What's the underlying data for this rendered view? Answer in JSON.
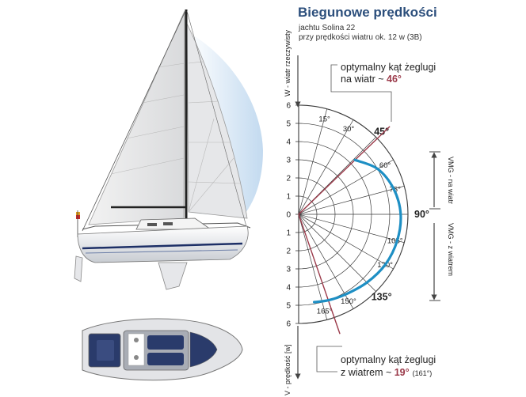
{
  "header": {
    "title": "Biegunowe prędkości",
    "subtitle1": "jachtu Solina 22",
    "subtitle2": "przy prędkości wiatru ok. 12 w (3B)"
  },
  "annotations": {
    "upwind_line1": "optymalny kąt żeglugi",
    "upwind_line2": "na wiatr ~ ",
    "upwind_angle": "46°",
    "downwind_line1": "optymalny kąt żeglugi",
    "downwind_line2": "z wiatrem ~ ",
    "downwind_angle": "19°",
    "downwind_extra": "(161°)"
  },
  "axes": {
    "true_wind": "W - wiatr rzeczywisty",
    "speed": "V - prędkość [w]",
    "vmg_up": "VMG - na wiatr",
    "vmg_down": "VMG - z wiatrem"
  },
  "polar": {
    "speed_ticks": [
      "6",
      "5",
      "4",
      "3",
      "2",
      "1",
      "0",
      "1",
      "2",
      "3",
      "4",
      "5",
      "6"
    ],
    "angle_labels": [
      {
        "angle": 15,
        "text": "15°",
        "bold": false
      },
      {
        "angle": 30,
        "text": "30°",
        "bold": false
      },
      {
        "angle": 45,
        "text": "45°",
        "bold": true
      },
      {
        "angle": 60,
        "text": "60°",
        "bold": false
      },
      {
        "angle": 75,
        "text": "75°",
        "bold": false
      },
      {
        "angle": 90,
        "text": "90°",
        "bold": true
      },
      {
        "angle": 105,
        "text": "105°",
        "bold": false
      },
      {
        "angle": 120,
        "text": "120°",
        "bold": false
      },
      {
        "angle": 135,
        "text": "135°",
        "bold": true
      },
      {
        "angle": 150,
        "text": "150°",
        "bold": false
      },
      {
        "angle": 165,
        "text": "165°",
        "bold": false
      }
    ],
    "max_speed": 6,
    "optimal_upwind_angle": 46,
    "optimal_downwind_angle": 161,
    "curve": [
      {
        "angle": 46,
        "speed": 4.3
      },
      {
        "angle": 60,
        "speed": 5.0
      },
      {
        "angle": 75,
        "speed": 5.4
      },
      {
        "angle": 90,
        "speed": 5.6
      },
      {
        "angle": 105,
        "speed": 5.6
      },
      {
        "angle": 120,
        "speed": 5.5
      },
      {
        "angle": 135,
        "speed": 5.3
      },
      {
        "angle": 150,
        "speed": 5.1
      },
      {
        "angle": 161,
        "speed": 5.0
      },
      {
        "angle": 170,
        "speed": 4.9
      }
    ]
  },
  "colors": {
    "title": "#2c4f7c",
    "curve": "#1e8fc4",
    "optimal_line": "#9b3a4a",
    "grid": "#333333",
    "hull_deck": "#2a3b6b",
    "spinnaker": "#cfe3f2"
  }
}
